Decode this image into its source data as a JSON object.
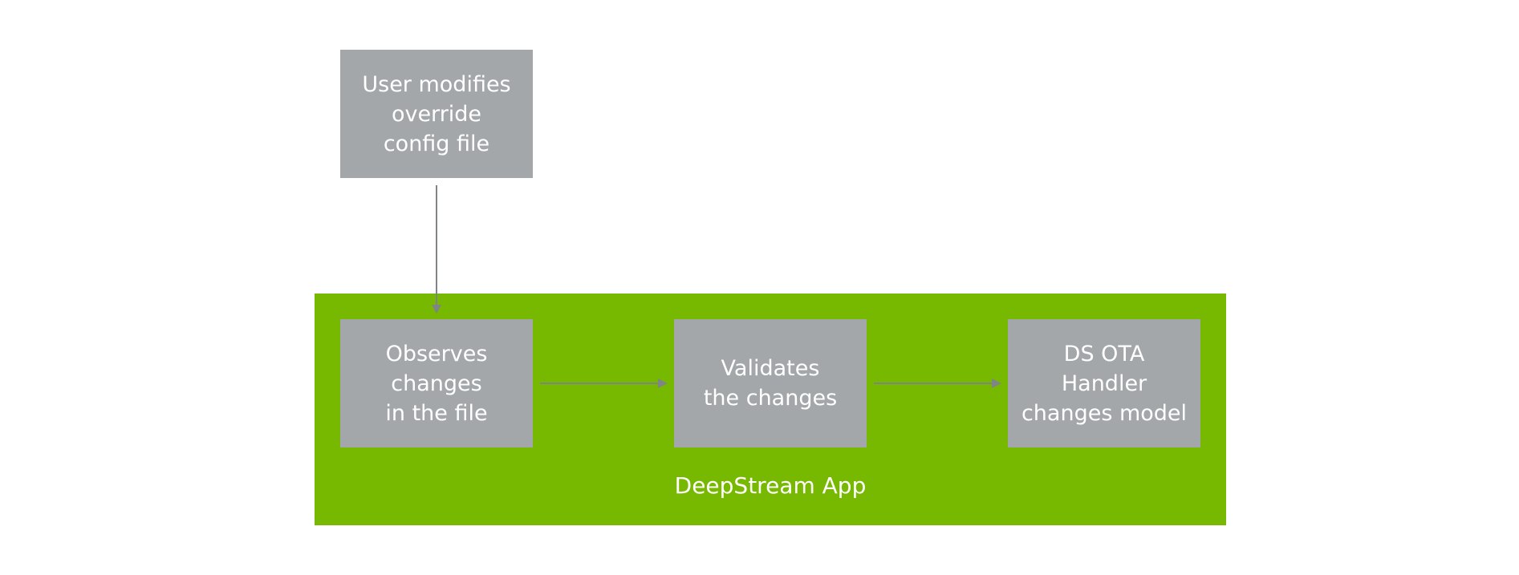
{
  "colors": {
    "container_fill": "#76b900",
    "node_fill": "#a3a7a9",
    "text": "#ffffff",
    "arrow": "#7f8486"
  },
  "nodes": {
    "user_modifies": "User modifies\noverride\nconfig file",
    "observes": "Observes\nchanges\nin the file",
    "validates": "Validates\nthe changes",
    "handler": "DS OTA\nHandler\nchanges model"
  },
  "container": {
    "label": "DeepStream App"
  }
}
